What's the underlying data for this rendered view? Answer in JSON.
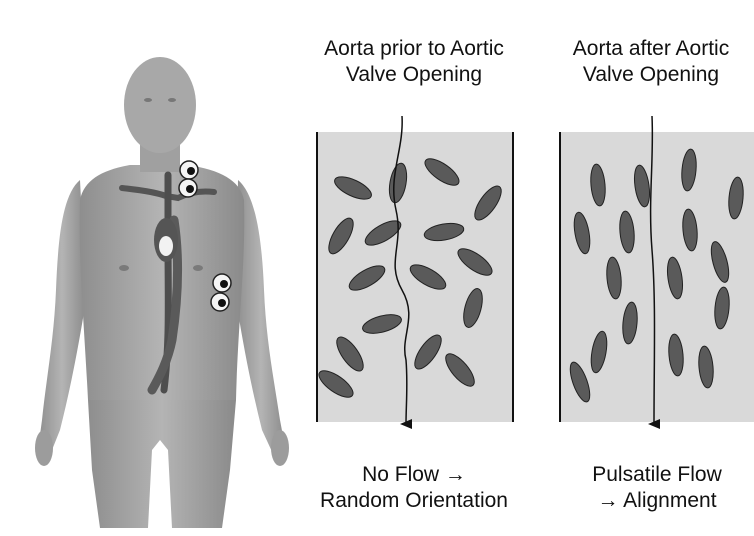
{
  "panels": [
    {
      "id": "prior",
      "title_lines": [
        "Aorta prior to Aortic",
        "Valve Opening"
      ],
      "caption_lines": [
        "No Flow →",
        "Random Orientation"
      ],
      "orientation": "random"
    },
    {
      "id": "after",
      "title_lines": [
        "Aorta after Aortic",
        "Valve Opening"
      ],
      "caption_lines": [
        "Pulsatile Flow",
        "→ Alignment"
      ],
      "orientation": "aligned"
    }
  ],
  "colors": {
    "vessel_fill": "#d9d9d9",
    "cell_fill": "#5a5a5a",
    "body_fill": "#a8a8a8",
    "aorta_fill": "#555555"
  },
  "icons": [
    "human-figure",
    "electrode-icon",
    "flow-arrow-icon"
  ]
}
